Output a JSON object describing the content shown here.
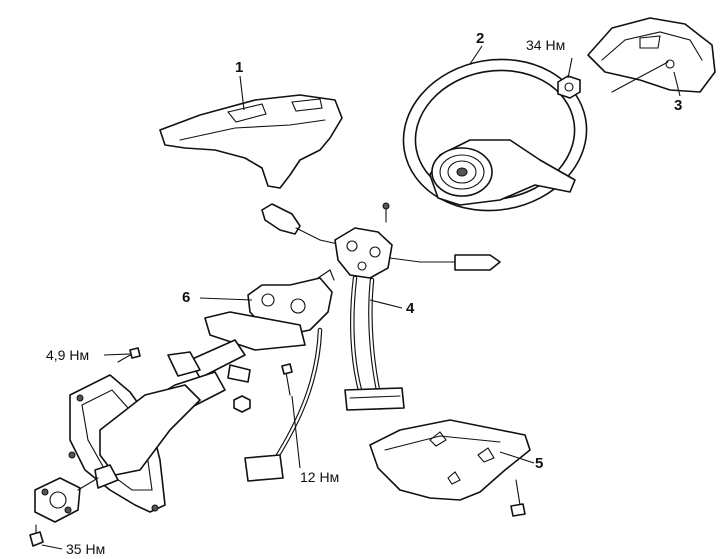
{
  "part_numbers": [
    "1",
    "2",
    "3",
    "4",
    "5",
    "6"
  ],
  "torque_labels": {
    "nut_airbag": "34 Нм",
    "bolt_upper_left": "4,9 Нм",
    "bolt_switch_bracket": "12 Нм",
    "bolt_universal_joint": "35 Нм"
  }
}
